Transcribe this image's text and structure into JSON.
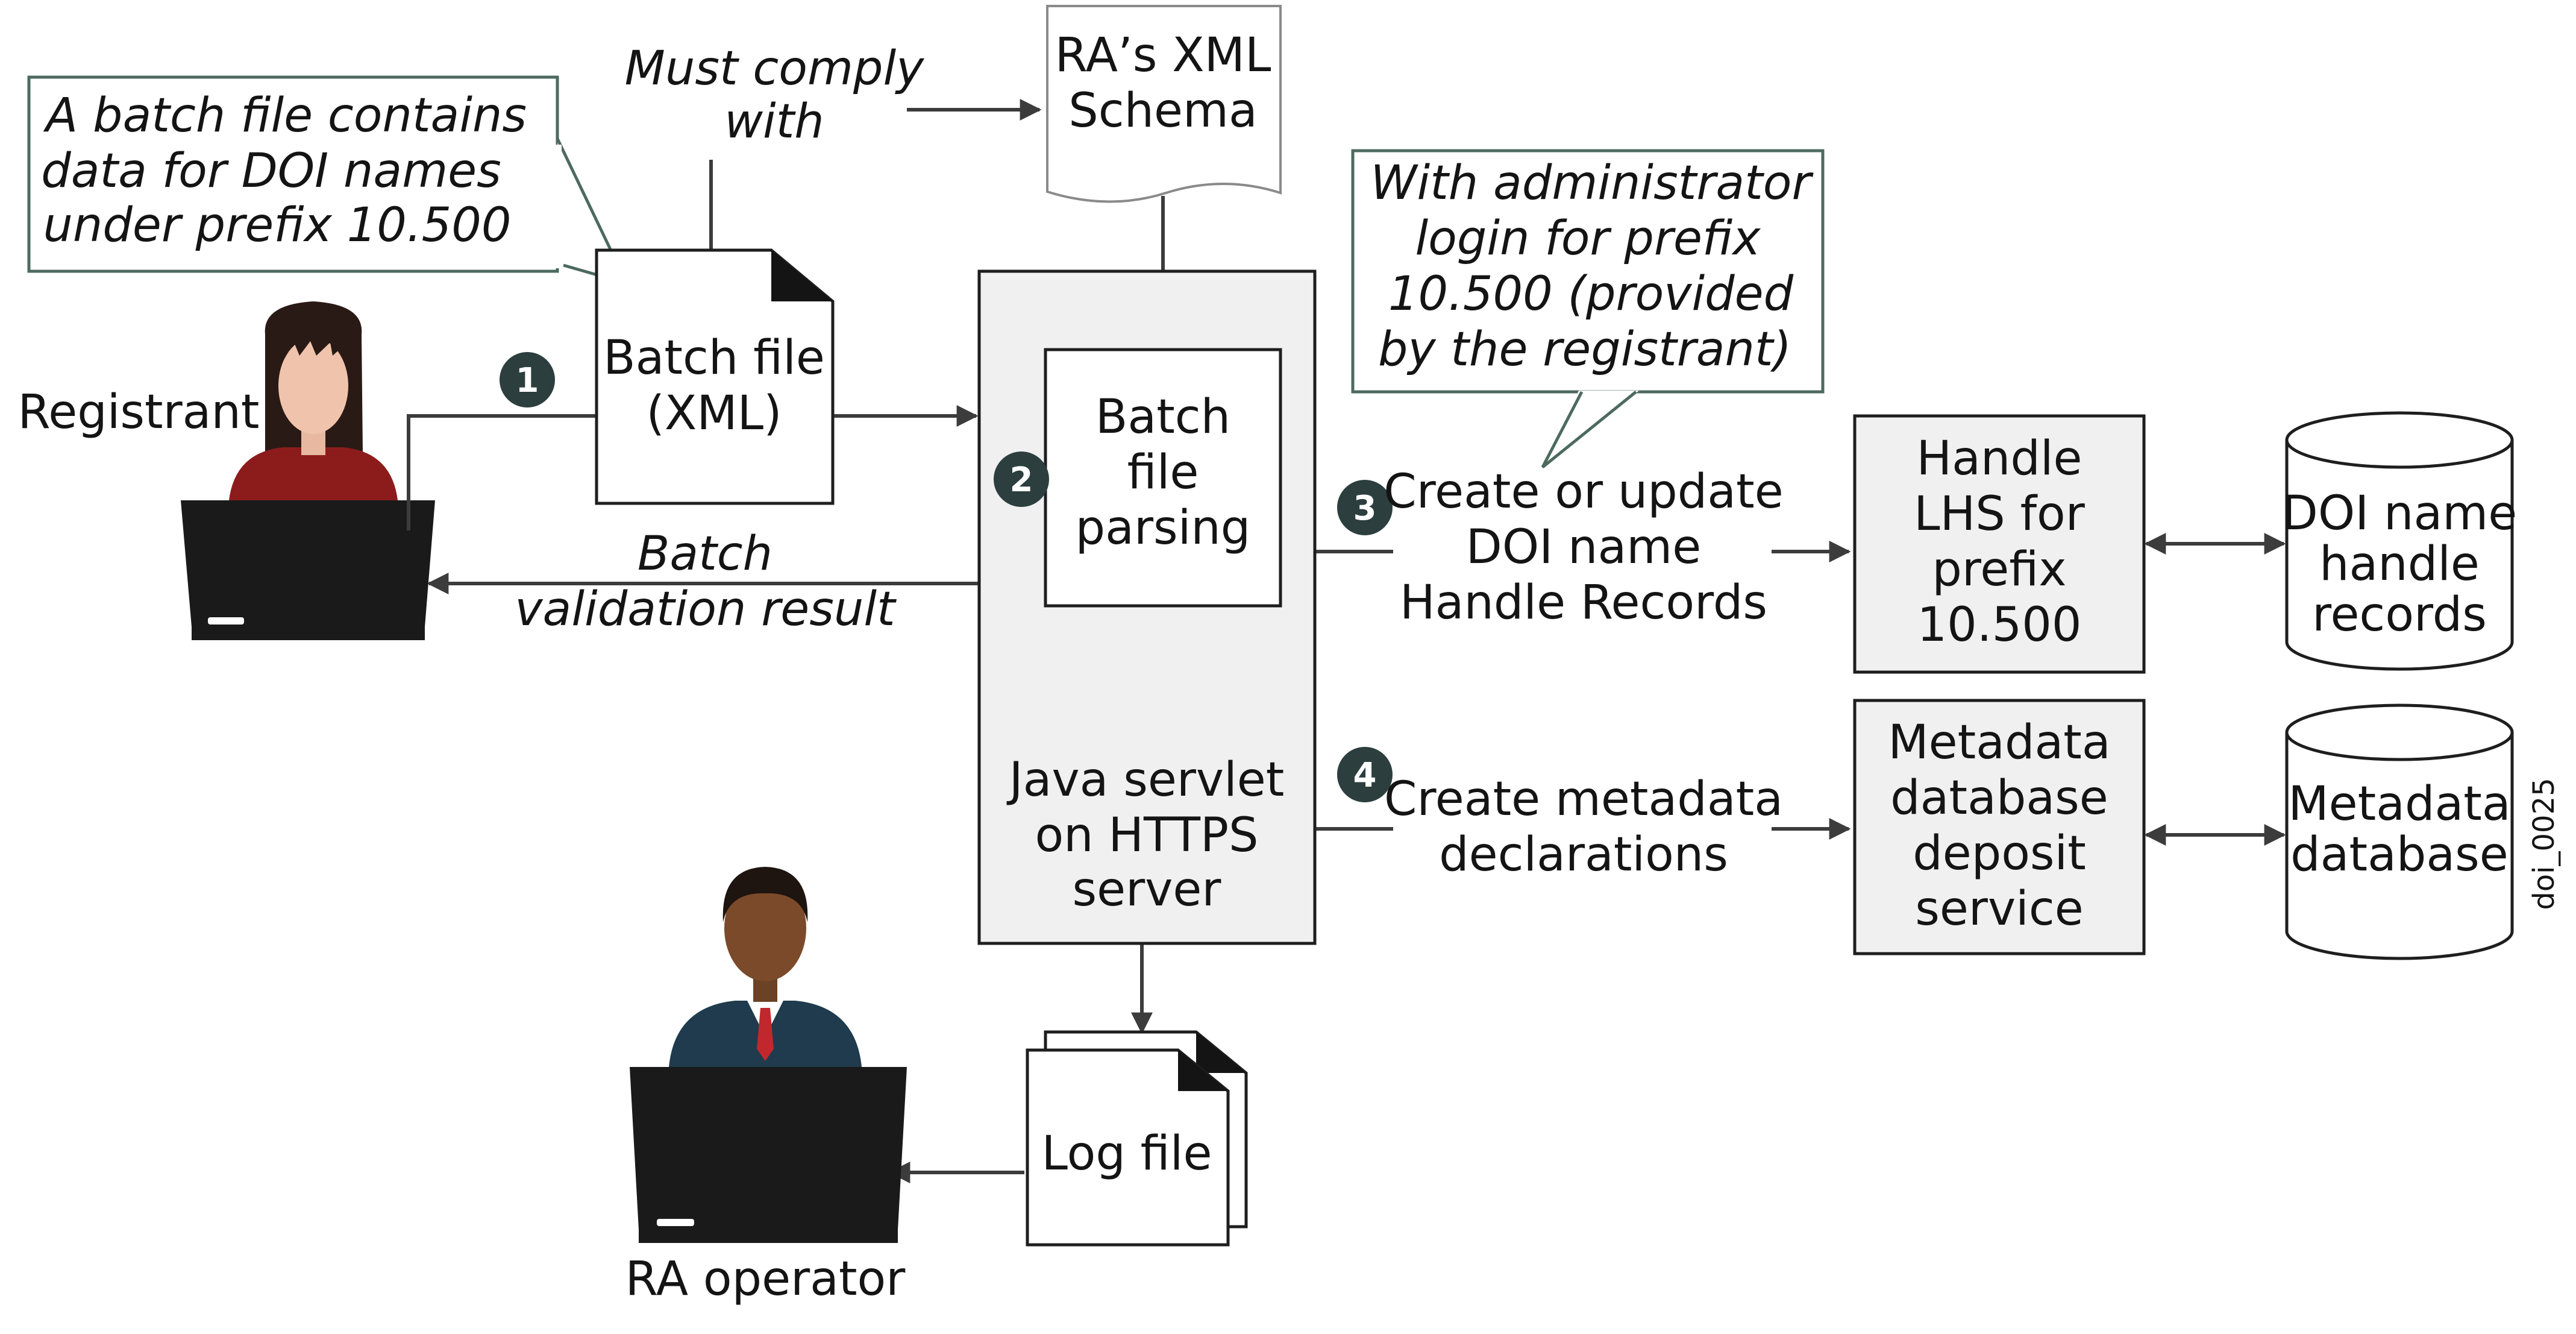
{
  "callouts": {
    "batch_file_contains": [
      "A batch file contains",
      "data for DOI names",
      "under prefix 10.500"
    ],
    "admin_login": [
      "With administrator",
      "login for prefix",
      "10.500 (provided",
      "by the registrant)"
    ]
  },
  "actors": {
    "registrant": "Registrant",
    "ra_operator": "RA operator"
  },
  "documents": {
    "batch_file": [
      "Batch file",
      "(XML)"
    ],
    "schema": [
      "RA’s XML",
      "Schema"
    ],
    "log_file": "Log file"
  },
  "flow_labels": {
    "must_comply": [
      "Must comply",
      "with"
    ],
    "validation_result": [
      "Batch",
      "validation result"
    ],
    "create_update": [
      "Create or update",
      "DOI name",
      "Handle Records"
    ],
    "create_metadata": [
      "Create metadata",
      "declarations"
    ]
  },
  "servlet": {
    "parsing": [
      "Batch",
      "file",
      "parsing"
    ],
    "title": [
      "Java servlet",
      "on HTTPS",
      "server"
    ]
  },
  "services": {
    "handle_lhs": [
      "Handle",
      "LHS for",
      "prefix",
      "10.500"
    ],
    "metadata_deposit": [
      "Metadata",
      "database",
      "deposit",
      "service"
    ]
  },
  "databases": {
    "doi_records": [
      "DOI name",
      "handle",
      "records"
    ],
    "metadata_db": [
      "Metadata",
      "database"
    ]
  },
  "steps": [
    "1",
    "2",
    "3",
    "4"
  ],
  "figure_id": "doi_0025",
  "colors": {
    "box_fill": "#f0f0f0",
    "step_badge": "#2c3e3e",
    "registrant_shirt": "#8c1c1c",
    "operator_suit": "#1f3b4d",
    "operator_tie": "#c0282e",
    "laptop": "#1a1a1a"
  }
}
